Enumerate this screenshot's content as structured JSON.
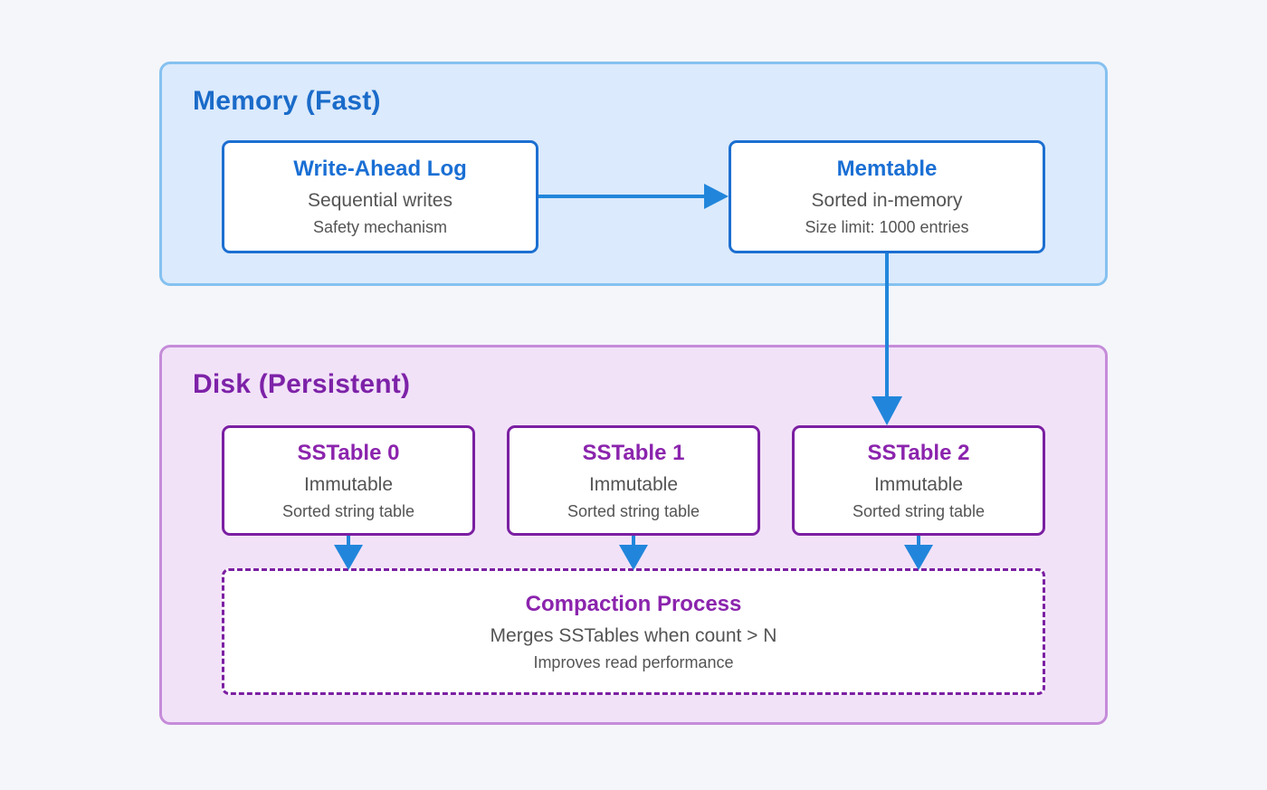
{
  "diagram": {
    "memory_section": {
      "title": "Memory (Fast)",
      "nodes": [
        {
          "title": "Write-Ahead Log",
          "line1": "Sequential writes",
          "line2": "Safety mechanism"
        },
        {
          "title": "Memtable",
          "line1": "Sorted in-memory",
          "line2": "Size limit: 1000 entries"
        }
      ]
    },
    "disk_section": {
      "title": "Disk (Persistent)",
      "nodes": [
        {
          "title": "SSTable 0",
          "line1": "Immutable",
          "line2": "Sorted string table"
        },
        {
          "title": "SSTable 1",
          "line1": "Immutable",
          "line2": "Sorted string table"
        },
        {
          "title": "SSTable 2",
          "line1": "Immutable",
          "line2": "Sorted string table"
        }
      ],
      "compaction": {
        "title": "Compaction Process",
        "line1": "Merges SSTables when count > N",
        "line2": "Improves read performance"
      }
    },
    "edges": [
      {
        "from": "Write-Ahead Log",
        "to": "Memtable"
      },
      {
        "from": "Memtable",
        "to": "SSTable 2"
      },
      {
        "from": "SSTable 0",
        "to": "Compaction Process"
      },
      {
        "from": "SSTable 1",
        "to": "Compaction Process"
      },
      {
        "from": "SSTable 2",
        "to": "Compaction Process"
      }
    ],
    "colors": {
      "page_background": "#f5f6fa",
      "memory_fill": "#dbeafc",
      "memory_border": "#85c1f0",
      "memory_title_text": "#1a6bc9",
      "blue_node_border": "#1c6fd1",
      "blue_node_title_text": "#1a6fd4",
      "disk_fill": "#f2e2f8",
      "disk_border": "#c58cd9",
      "disk_title_text": "#7d22a8",
      "purple_node_border": "#7b1fa2",
      "purple_node_title_text": "#8b24ad",
      "subtext": "#545454",
      "arrow": "#2186db"
    }
  }
}
